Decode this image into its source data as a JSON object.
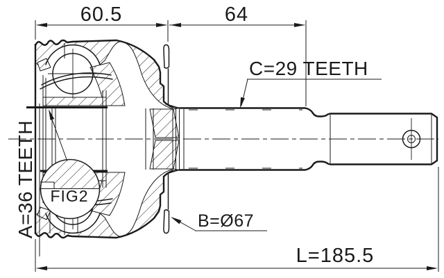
{
  "page": {
    "background": "#ffffff",
    "line_color": "#1a1a1a"
  },
  "drawing": {
    "dim_housing_width": "60.5",
    "dim_spline_section": "64",
    "dim_overall_length": "L=185.5",
    "label_inner_spline": "A=36 TEETH",
    "label_outer_spline": "C=29 TEETH",
    "label_outer_diameter": "B=Ø67",
    "label_detail_figure": "FIG2"
  }
}
